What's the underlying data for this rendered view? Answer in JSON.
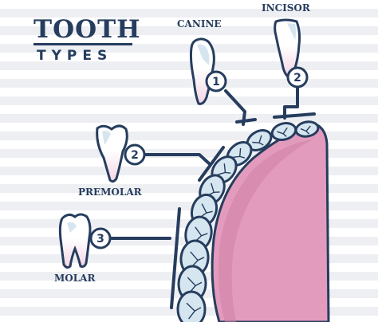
{
  "title": {
    "main": "TOOTH",
    "sub": "TYPES"
  },
  "labels": [
    {
      "text": "CANINE",
      "number": "1"
    },
    {
      "text": "INCISOR",
      "number": "2"
    },
    {
      "text": "PREMOLAR",
      "number": "2"
    },
    {
      "text": "MOLAR",
      "number": "3"
    }
  ],
  "colors": {
    "outline": "#263d5e",
    "tooth_fill": "#ffffff",
    "tooth_root_tint": "#f2d5e4",
    "enamel": "#d6e6f0",
    "gum": "#e39bbd",
    "gum_shadow": "#cd7fa5"
  }
}
